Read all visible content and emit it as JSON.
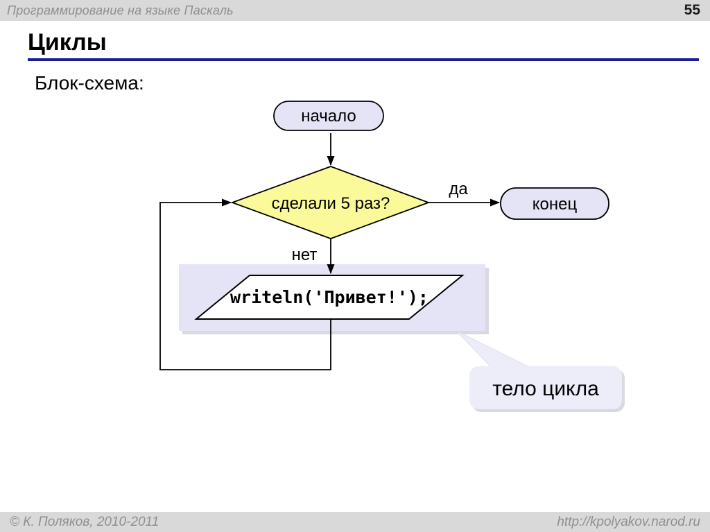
{
  "header": {
    "course_title": "Программирование на языке Паскаль",
    "page_number": "55"
  },
  "slide": {
    "title": "Циклы",
    "section_label": "Блок-схема:"
  },
  "flowchart": {
    "start_label": "начало",
    "condition_label": "сделали 5 раз?",
    "yes_label": "да",
    "no_label": "нет",
    "end_label": "конец",
    "body_code": "writeln('Привет!');",
    "callout_label": "тело цикла"
  },
  "footer": {
    "copyright": "© К. Поляков, 2010-2011",
    "url": "http://kpolyakov.narod.ru"
  },
  "colors": {
    "bar_gray": "#d9d9d9",
    "bar_text_gray": "#8f8f8f",
    "title_underline_navy": "#1c1c94",
    "terminator_fill": "#e4e4f6",
    "diamond_fill": "#fafa9b",
    "highlight_fill": "#e4e4f6",
    "callout_fill": "#ededfa",
    "shape_stroke": "#000000"
  }
}
